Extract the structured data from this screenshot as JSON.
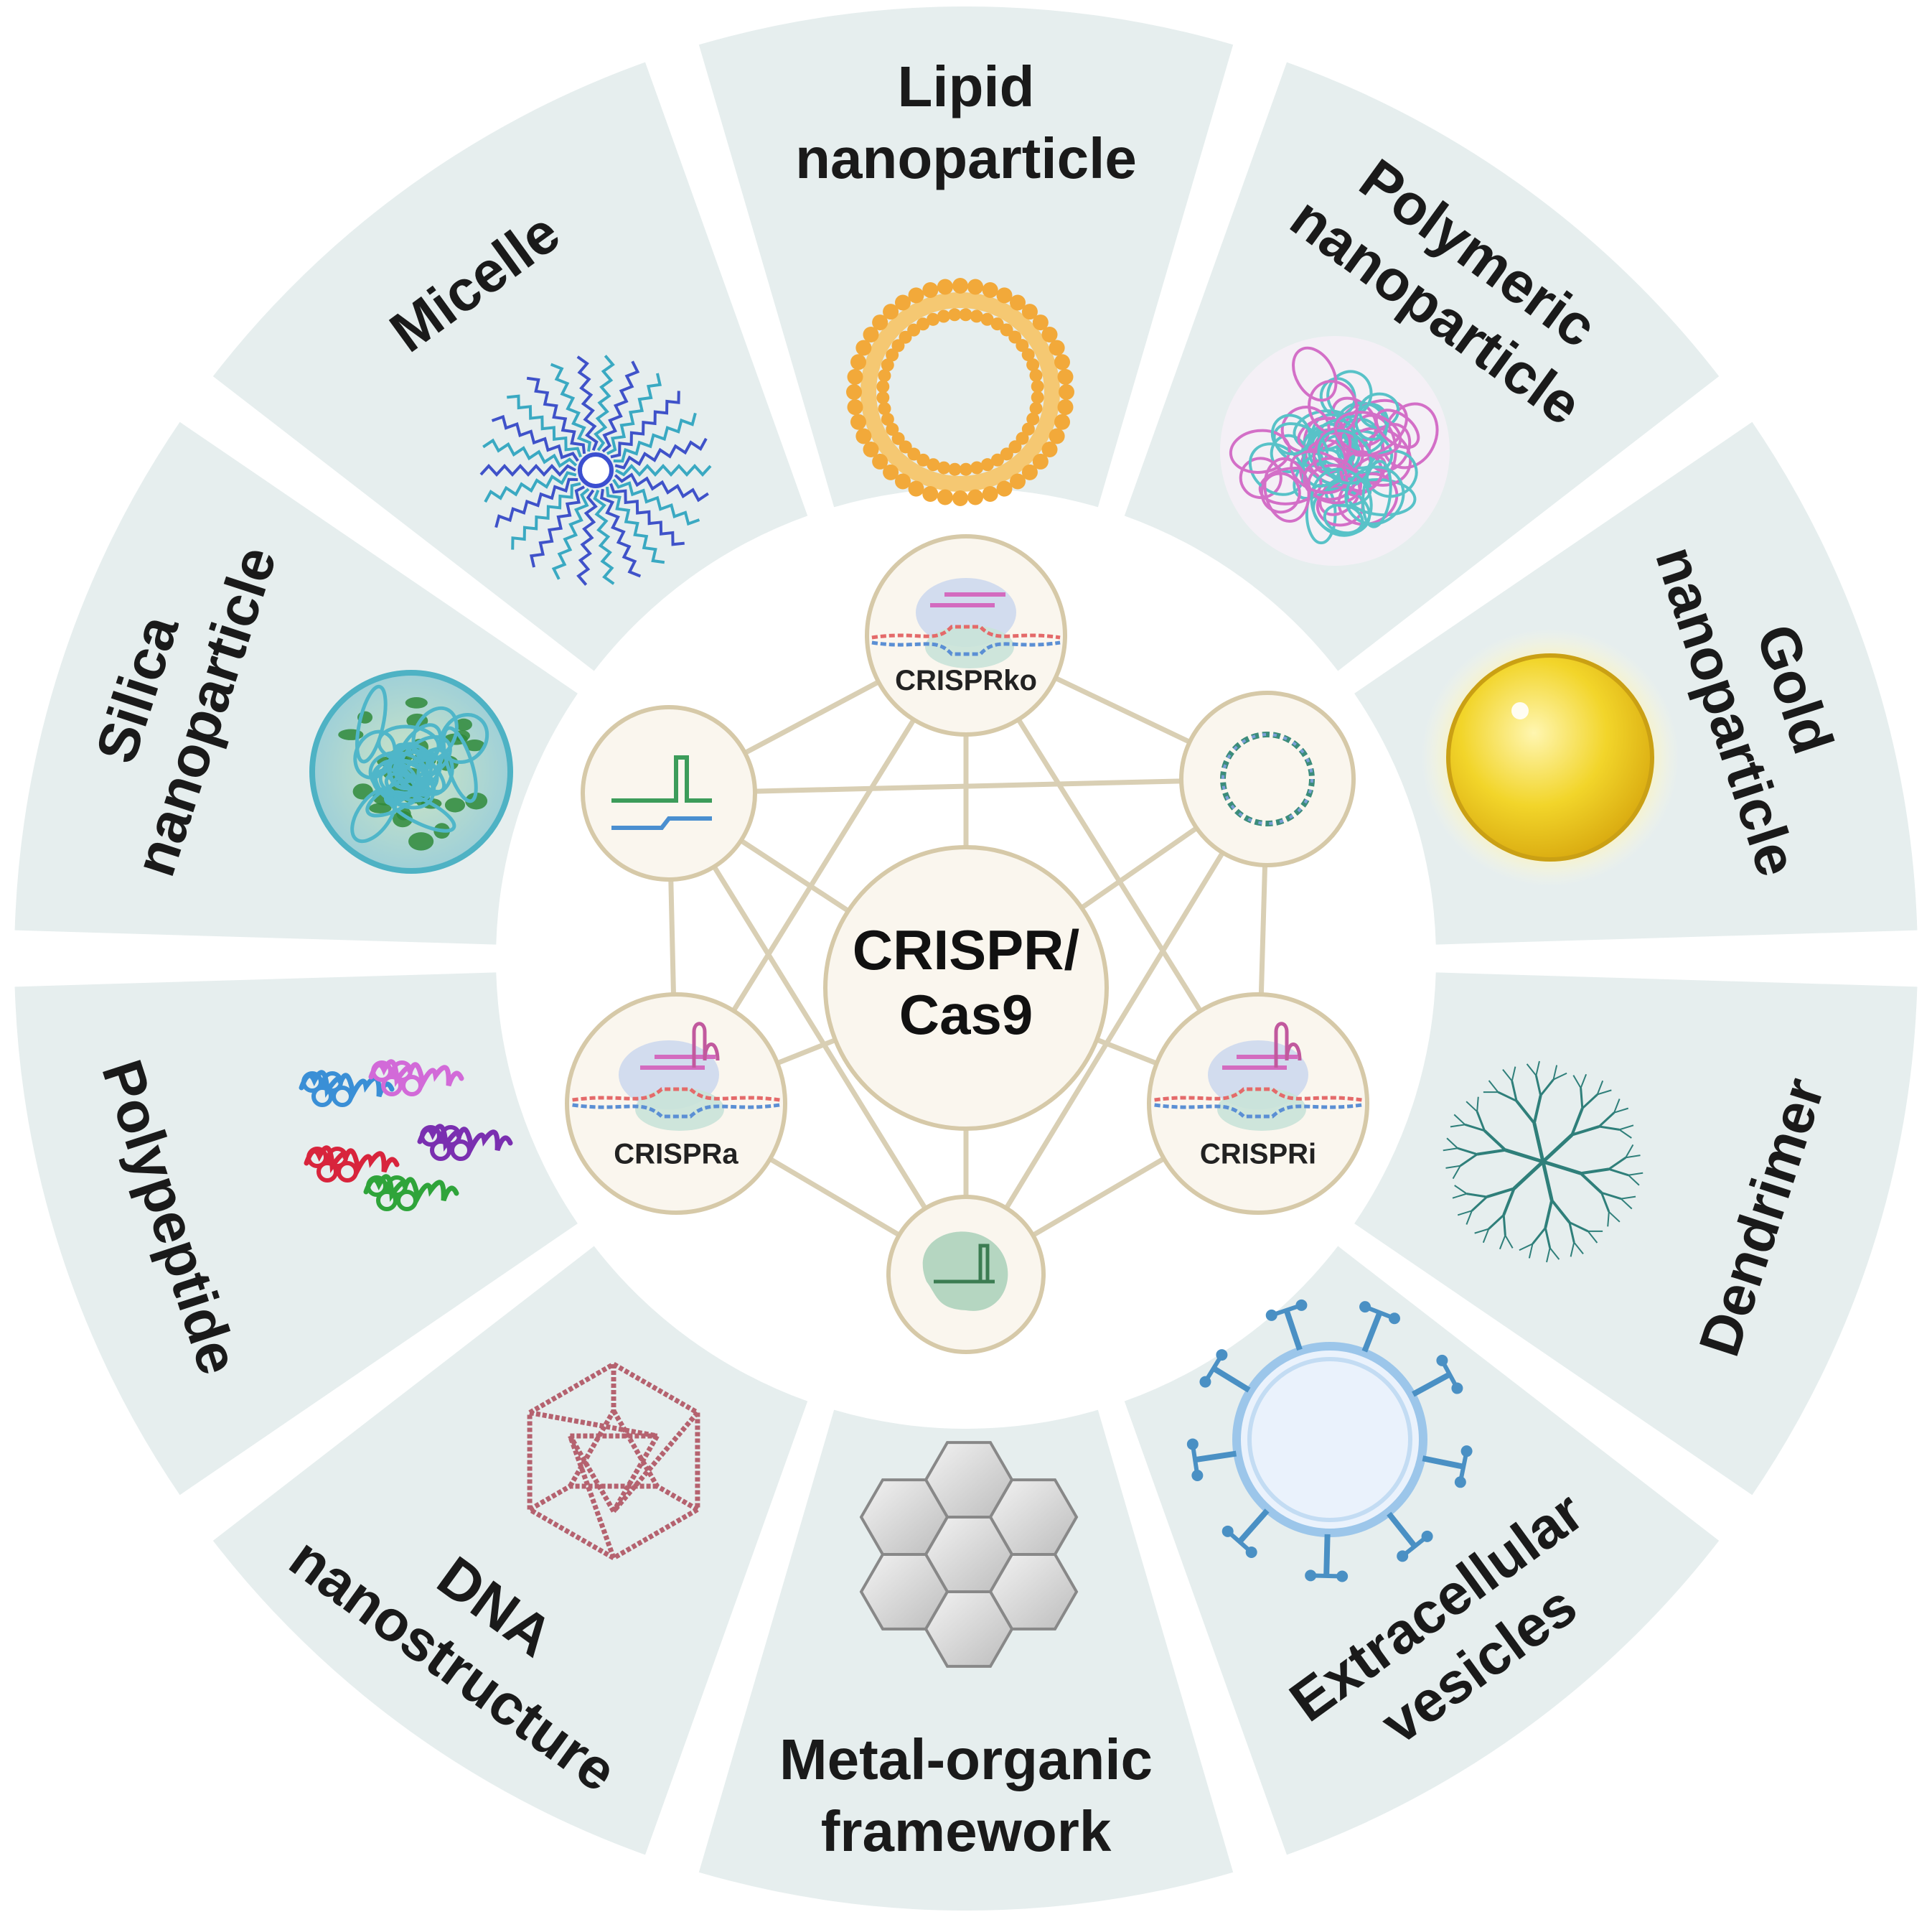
{
  "colors": {
    "segment_fill": "#e6eeee",
    "background": "#ffffff",
    "inner_circle": "#ffffff",
    "node_fill": "#faf6ee",
    "node_stroke": "#d6c9a8",
    "edge": "#d9cfb4",
    "text": "#1a1a1a"
  },
  "segments": [
    {
      "id": "lipid",
      "lines": [
        "Lipid",
        "nanoparticle"
      ],
      "icon": "lipid-nanoparticle-icon"
    },
    {
      "id": "polymeric",
      "lines": [
        "Polymeric",
        "nanoparticle"
      ],
      "icon": "polymeric-nanoparticle-icon"
    },
    {
      "id": "gold",
      "lines": [
        "Gold",
        "nanoparticle"
      ],
      "icon": "gold-nanoparticle-icon"
    },
    {
      "id": "dendrimer",
      "lines": [
        "Dendrimer"
      ],
      "icon": "dendrimer-icon"
    },
    {
      "id": "extracellular",
      "lines": [
        "Extracellular",
        "vesicles"
      ],
      "icon": "extracellular-vesicle-icon"
    },
    {
      "id": "mof",
      "lines": [
        "Metal-organic",
        "framework"
      ],
      "icon": "hexagon-framework-icon"
    },
    {
      "id": "dna",
      "lines": [
        "DNA",
        "nanostructure"
      ],
      "icon": "dna-icosahedron-icon"
    },
    {
      "id": "polypeptide",
      "lines": [
        "Polypeptide"
      ],
      "icon": "polypeptide-coils-icon"
    },
    {
      "id": "silica",
      "lines": [
        "Silica",
        "nanoparticle"
      ],
      "icon": "silica-nanoparticle-icon"
    },
    {
      "id": "micelle",
      "lines": [
        "Micelle"
      ],
      "icon": "micelle-icon"
    }
  ],
  "hub": {
    "lines": [
      "CRISPR/",
      "Cas9"
    ]
  },
  "nodes": [
    {
      "id": "ko",
      "label": "CRISPRko",
      "icon": "crispr-knockout-icon"
    },
    {
      "id": "plasmid",
      "label": "",
      "icon": "plasmid-icon"
    },
    {
      "id": "i",
      "label": "CRISPRi",
      "icon": "crispr-interference-icon"
    },
    {
      "id": "rnp",
      "label": "",
      "icon": "cas9-rnp-icon"
    },
    {
      "id": "a",
      "label": "CRISPRa",
      "icon": "crispr-activation-icon"
    },
    {
      "id": "mrna",
      "label": "",
      "icon": "mrna-sgrna-icon"
    }
  ]
}
